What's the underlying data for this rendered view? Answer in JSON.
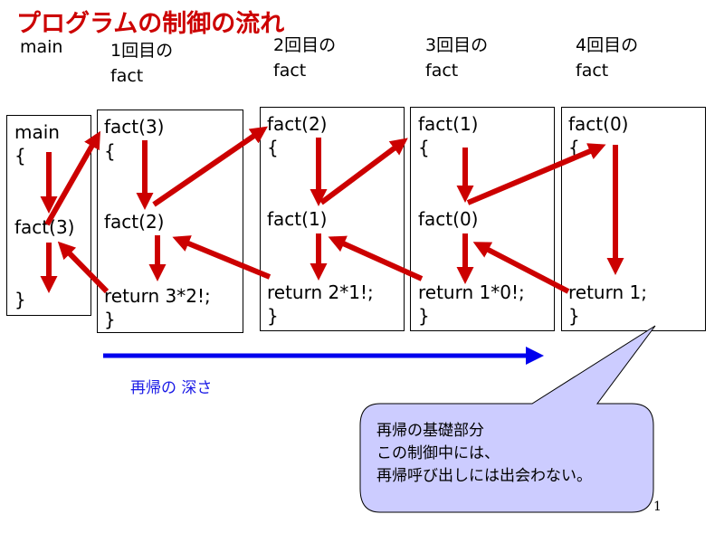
{
  "title": "プログラムの制御の流れ",
  "columns": [
    {
      "line1": "",
      "line2": "main"
    },
    {
      "line1": "1回目の",
      "line2": "fact"
    },
    {
      "line1": "2回目の",
      "line2": "fact"
    },
    {
      "line1": "3回目の",
      "line2": "fact"
    },
    {
      "line1": "4回目の",
      "line2": "fact"
    }
  ],
  "boxes": [
    {
      "lines": [
        "main",
        "{",
        "fact(3)",
        "}"
      ]
    },
    {
      "lines": [
        "fact(3)",
        "{",
        "fact(2)",
        "return 3*2!;",
        "}"
      ]
    },
    {
      "lines": [
        "fact(2)",
        "{",
        "fact(1)",
        "return  2*1!;",
        "}"
      ]
    },
    {
      "lines": [
        "fact(1)",
        "{",
        "fact(0)",
        "return 1*0!;",
        "}"
      ]
    },
    {
      "lines": [
        "fact(0)",
        "{",
        "return 1;",
        "}"
      ]
    }
  ],
  "depth_label": "再帰の 深さ",
  "callout": {
    "lines": [
      "再帰の基礎部分",
      "この制御中には、",
      "再帰呼び出しには出会わない。"
    ]
  },
  "page_number": "1",
  "colors": {
    "title": "#cc0000",
    "flow_arrow": "#cc0000",
    "depth_arrow": "#0000ee",
    "callout_fill": "#ccccff"
  }
}
